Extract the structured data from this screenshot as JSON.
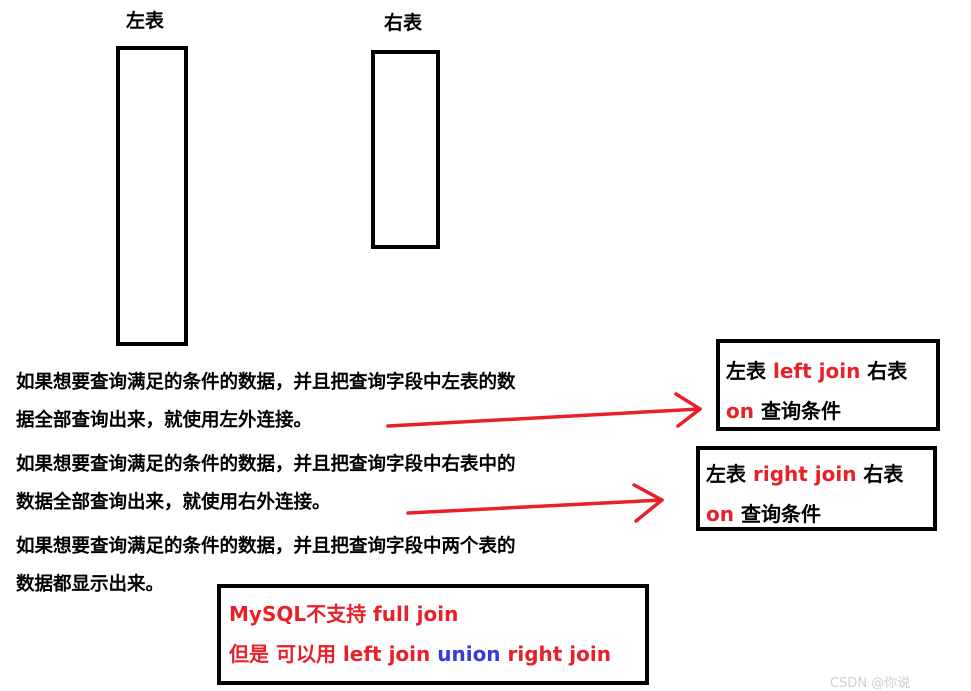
{
  "tables": {
    "left_label": "左表",
    "right_label": "右表"
  },
  "paragraphs": {
    "p1_line1": "如果想要查询满足的条件的数据，并且把查询字段中左表的数",
    "p1_line2": "据全部查询出来，就使用左外连接。",
    "p2_line1": "如果想要查询满足的条件的数据，并且把查询字段中右表中的",
    "p2_line2": "数据全部查询出来，就使用右外连接。",
    "p3_line1": "如果想要查询满足的条件的数据，并且把查询字段中两个表的",
    "p3_line2": "数据都显示出来。"
  },
  "left_join_box": {
    "l1_a": "左表 ",
    "l1_kw": "left join",
    "l1_b": " 右表",
    "l2_kw": "on",
    "l2_b": " 查询条件"
  },
  "right_join_box": {
    "l1_a": "左表 ",
    "l1_kw": "right join",
    "l1_b": " 右表",
    "l2_kw": "on",
    "l2_b": " 查询条件"
  },
  "full_join_box": {
    "l1": "MySQL不支持 full join",
    "l2_a": "但是 可以用 left join ",
    "l2_union": "union",
    "l2_b": " right join"
  },
  "colors": {
    "keyword_red": "#e8202a",
    "union_blue": "#3a3ad6",
    "arrow_red": "#e8202a",
    "outline": "#000000"
  },
  "watermark": "CSDN @你说"
}
